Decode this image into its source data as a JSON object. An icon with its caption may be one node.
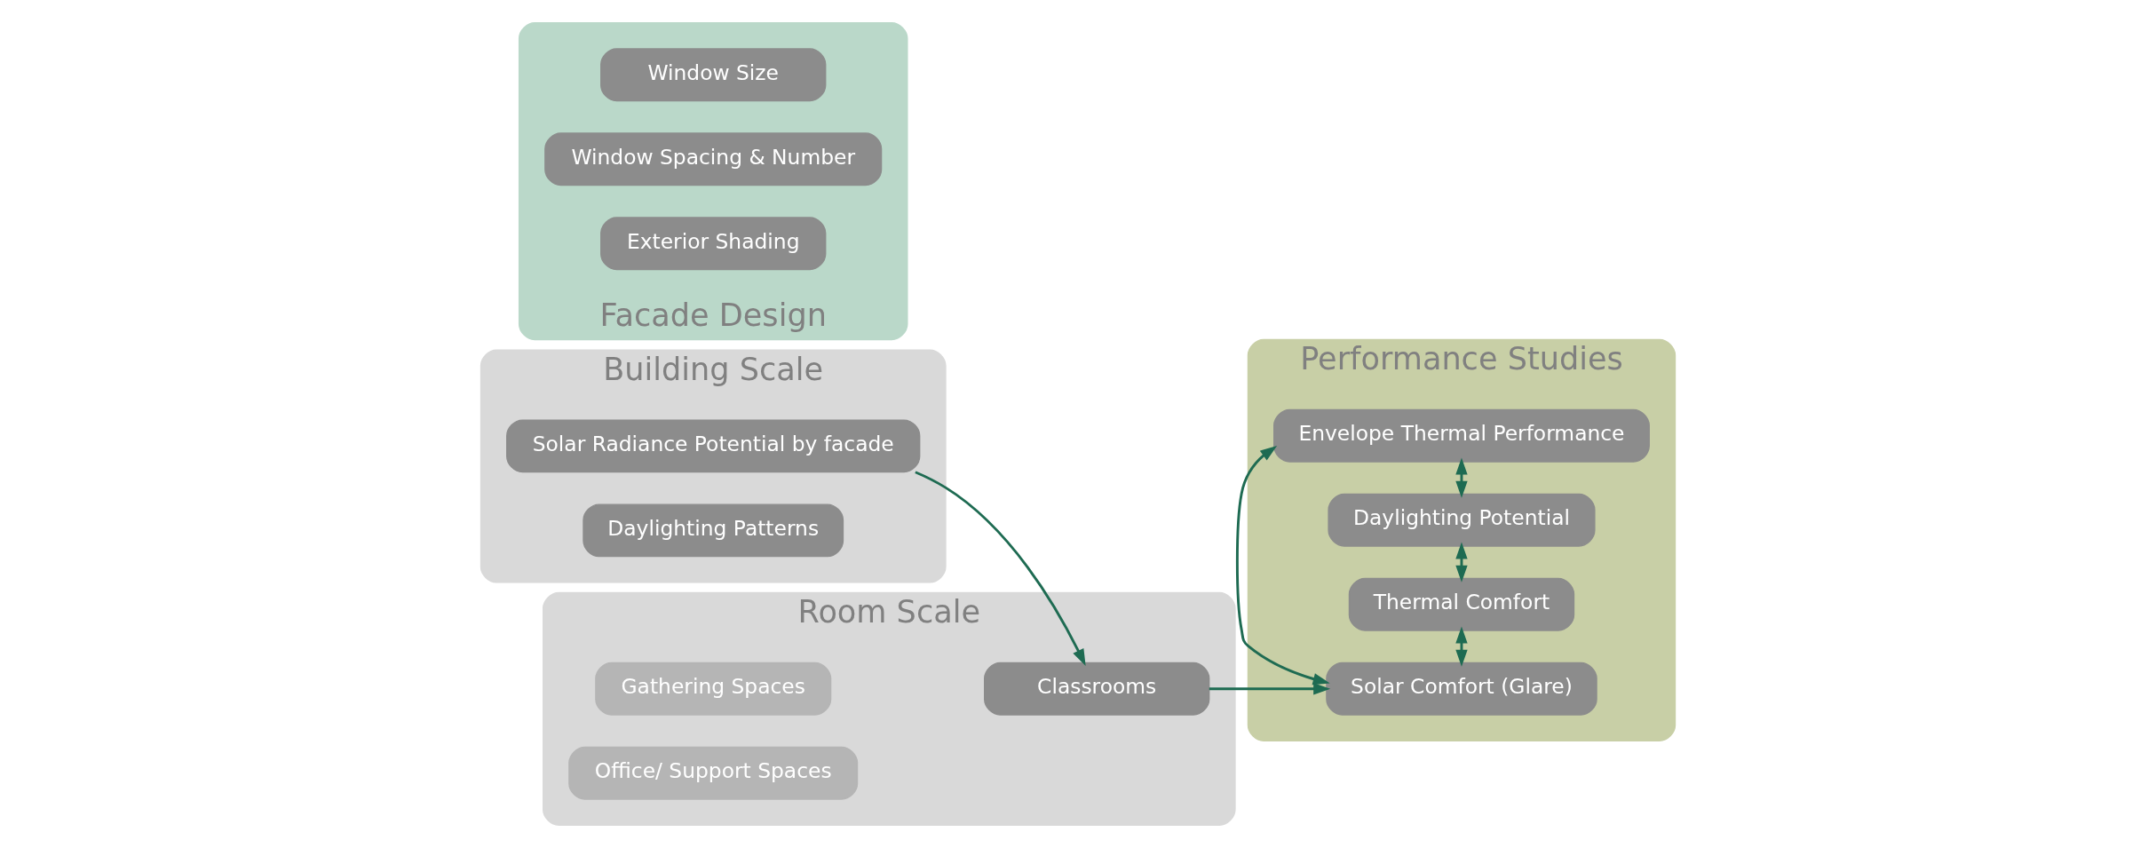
{
  "diagram": {
    "nodes": [
      {
        "text": [
          "Building Scale"
        ]
      },
      {
        "text": [
          "Solar Radiance Potential by facade"
        ],
        "in": 0
      },
      {
        "text": [
          "Daylighting Patterns"
        ],
        "in": 0
      },
      {
        "text": [
          "Room Scale"
        ]
      },
      {
        "text": [
          "Classrooms"
        ],
        "in": 3
      },
      {
        "text": [
          "Gathering Spaces"
        ],
        "in": 3
      },
      {
        "text": [
          "Office/ Support Spaces"
        ],
        "in": 3
      },
      {
        "text": [
          "Performance Studies"
        ]
      },
      {
        "text": [
          "Solar Comfort (Glare)"
        ],
        "in": 7
      },
      {
        "text": [
          "Thermal Comfort"
        ],
        "in": 7
      },
      {
        "text": [
          "Daylighting Potential"
        ],
        "in": 7
      },
      {
        "text": [
          "Envelope Thermal Performance"
        ],
        "in": 7
      },
      {
        "text": [
          "Facade Design"
        ]
      },
      {
        "text": [
          "Window Size"
        ],
        "in": 12
      },
      {
        "text": [
          "Window Spacing & Number"
        ],
        "in": 12
      },
      {
        "text": [
          "Exterior Shading"
        ],
        "in": 12
      }
    ],
    "edges": [
      {
        "from": 1,
        "to": 4,
        "arrow": "to"
      },
      {
        "from": 4,
        "to": 8,
        "arrow": "to"
      },
      {
        "from": 8,
        "to": 9,
        "arrow": "both"
      },
      {
        "from": 10,
        "to": 11,
        "arrow": "both"
      },
      {
        "from": 9,
        "to": 10,
        "arrow": "both"
      },
      {
        "from": 8,
        "to": 11,
        "arrow": "both"
      }
    ]
  }
}
